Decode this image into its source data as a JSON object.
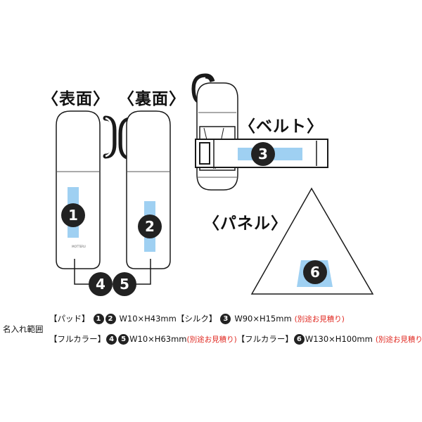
{
  "labels": {
    "front": "〈表面〉",
    "back": "〈裏面〉",
    "belt": "〈ベルト〉",
    "panel": "〈パネル〉"
  },
  "bottle_brand": "MOTTERU",
  "badges": [
    "1",
    "2",
    "3",
    "4",
    "5",
    "6"
  ],
  "legend": {
    "title": "名入れ範囲",
    "row1": {
      "pad": "【パッド】",
      "pad_size": "W10×H43mm",
      "silk": "【シルク】",
      "silk_size": "W90×H15mm",
      "silk_note": "(別途お見積り)"
    },
    "row2": {
      "full1": "【フルカラー】",
      "full1_size": "W10×H63mm",
      "full1_note": "(別途お見積り)",
      "full2": "【フルカラー】",
      "full2_size": "W130×H100mm",
      "full2_note": "(別途お見積り)"
    }
  },
  "colors": {
    "outline": "#1a1a1a",
    "print_area": "#9fd0f2",
    "bottle_fill": "#ffffff",
    "badge": "#222222",
    "note_red": "#e0271f"
  }
}
